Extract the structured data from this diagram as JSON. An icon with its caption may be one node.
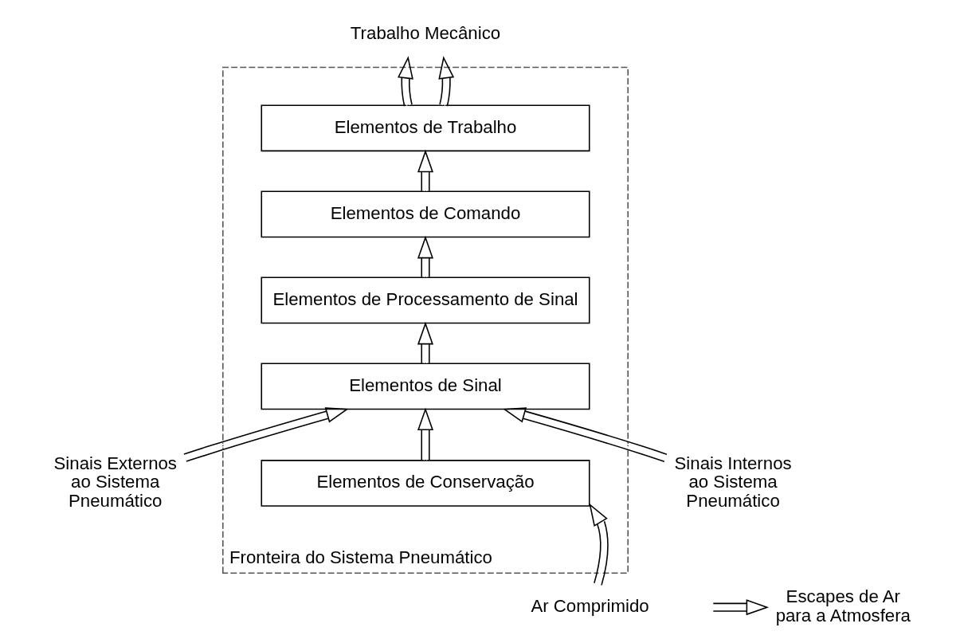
{
  "diagram": {
    "nodes": [
      {
        "text": [
          "Fronteira do Sistema Pneumático"
        ]
      },
      {
        "text": [
          "Elementos de Trabalho"
        ],
        "in": 0
      },
      {
        "text": [
          "Elementos de Comando"
        ],
        "in": 0
      },
      {
        "text": [
          "Elementos de Processamento de Sinal"
        ],
        "in": 0
      },
      {
        "text": [
          "Elementos de Sinal"
        ],
        "in": 0
      },
      {
        "text": [
          "Elementos de Conservação"
        ],
        "in": 0
      },
      {
        "text": [
          "Trabalho Mecânico"
        ]
      },
      {
        "text": [
          "Escapes de Ar para a Atmosfera"
        ]
      },
      {
        "text": [
          "Sinais Externos ao Sistema Pneumático"
        ]
      },
      {
        "text": [
          "Sinais Internos ao Sistema Pneumático"
        ]
      },
      {
        "text": [
          "Ar Comprimido"
        ]
      }
    ],
    "edges": [
      {
        "from": 1,
        "to": 6,
        "arrow": "to"
      },
      {
        "from": 1,
        "to": 6,
        "arrow": "to"
      },
      {
        "from": 2,
        "to": 1,
        "arrow": "to"
      },
      {
        "from": 3,
        "to": 2,
        "arrow": "to"
      },
      {
        "from": 4,
        "to": 3,
        "arrow": "to"
      },
      {
        "from": 5,
        "to": 4,
        "arrow": "to"
      },
      {
        "from": 10,
        "to": 5,
        "arrow": "to"
      },
      {
        "from": 8,
        "to": 4,
        "arrow": "to"
      },
      {
        "from": 9,
        "to": 4,
        "arrow": "to"
      },
      {
        "from": null,
        "to": 7,
        "arrow": "to"
      }
    ]
  }
}
